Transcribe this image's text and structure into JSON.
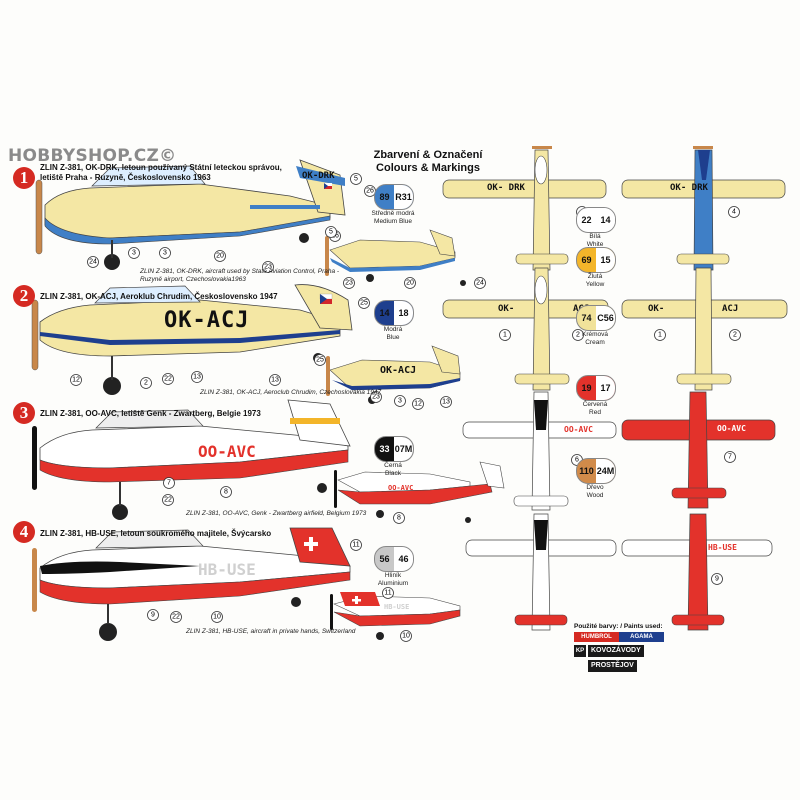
{
  "watermark": "HOBBYSHOP.CZ©",
  "heading": {
    "cz": "Zbarvení & Označení",
    "en": "Colours & Markings"
  },
  "schemes": [
    {
      "number": "1",
      "caption": "ZLIN Z-381, OK-DRK, letoun používaný Státní leteckou správou,\nletiště Praha - Ruzyně, Československo 1963",
      "subcaption": "ZLIN Z-381, OK-DRK, aircraft used by State Aviation Control, Praha -\nRuzyně airport, Czechoslovakia1963",
      "registration": "OK-DRK"
    },
    {
      "number": "2",
      "caption": "ZLIN Z-381, OK-ACJ, Aeroklub Chrudim, Československo 1947",
      "subcaption": "ZLIN Z-381, OK-ACJ, Aeroclub Chrudim, Czechoslovakia 1947",
      "registration": "OK-ACJ"
    },
    {
      "number": "3",
      "caption": "ZLIN Z-381, OO-AVC, letiště Genk - Zwartberg, Belgie 1973",
      "subcaption": "ZLIN Z-381, OO-AVC, Genk - Zwartberg airfield, Belgium 1973",
      "registration": "OO-AVC"
    },
    {
      "number": "4",
      "caption": "ZLIN Z-381, HB-USE, letoun soukromého majitele, Švýcarsko",
      "subcaption": "ZLIN Z-381, HB-USE, aircraft in private hands, Switzerland",
      "registration": "HB-USE"
    }
  ],
  "top_views": {
    "reg1": "OK- DRK",
    "reg2a": "OK-",
    "reg2b": "ACJ",
    "reg3": "OO-AVC",
    "reg4": "HB-USE"
  },
  "colours": [
    {
      "a": "89",
      "b": "R31",
      "cz": "Středně modrá",
      "en": "Medium Blue",
      "color": "#3f7fc6"
    },
    {
      "a": "22",
      "b": "14",
      "cz": "Bílá",
      "en": "White",
      "color": "#ffffff"
    },
    {
      "a": "69",
      "b": "15",
      "cz": "Žlutá",
      "en": "Yellow",
      "color": "#f3b52a"
    },
    {
      "a": "14",
      "b": "18",
      "cz": "Modrá",
      "en": "Blue",
      "color": "#1e3f8e"
    },
    {
      "a": "74",
      "b": "C56",
      "cz": "Krémová",
      "en": "Cream",
      "color": "#f1e29a"
    },
    {
      "a": "19",
      "b": "17",
      "cz": "Červená",
      "en": "Red",
      "color": "#e3322b"
    },
    {
      "a": "33",
      "b": "07M",
      "cz": "Černá",
      "en": "Black",
      "color": "#111111"
    },
    {
      "a": "110",
      "b": "24M",
      "cz": "Dřevo",
      "en": "Wood",
      "color": "#d18b4a"
    },
    {
      "a": "56",
      "b": "46",
      "cz": "Hliník",
      "en": "Aluminium",
      "color": "#c8c8c8"
    }
  ],
  "paints": {
    "title": "Použité barvy: / Paints used:",
    "brand1": "HUMBROL",
    "brand2": "AGAMA",
    "maker1": "KOVOZÁVODY",
    "maker2": "PROSTĚJOV"
  },
  "callouts": {
    "s1": [
      "5",
      "26",
      "3",
      "3",
      "20",
      "23",
      "24",
      "26",
      "5",
      "23",
      "20",
      "24"
    ],
    "s2": [
      "25",
      "12",
      "2",
      "22",
      "13",
      "13",
      "25",
      "23",
      "3",
      "12",
      "13"
    ],
    "s3": [
      "7",
      "22",
      "8",
      "8"
    ],
    "s4": [
      "11",
      "9",
      "22",
      "10",
      "11",
      "10"
    ],
    "tv": [
      "4",
      "4",
      "1",
      "2",
      "1",
      "2",
      "6",
      "7",
      "9"
    ]
  },
  "palette": {
    "cream": "#f4e7a4",
    "blue": "#3f7fc6",
    "darkblue": "#1e3f8e",
    "red": "#e3322b",
    "white": "#ffffff",
    "black": "#111111",
    "wood": "#c8874a"
  }
}
